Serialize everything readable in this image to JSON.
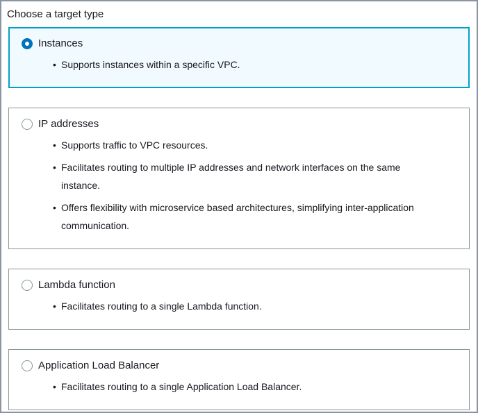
{
  "page": {
    "title": "Choose a target type"
  },
  "colors": {
    "selected_border": "#00a1c9",
    "selected_bg": "#f1faff",
    "radio_selected": "#0073bb",
    "card_border": "#879596",
    "radio_border": "#879596",
    "text": "#16191f",
    "frame_border": "#8b95a1"
  },
  "options": [
    {
      "id": "instances",
      "label": "Instances",
      "selected": true,
      "bullets": [
        "Supports instances within a specific VPC."
      ]
    },
    {
      "id": "ip-addresses",
      "label": "IP addresses",
      "selected": false,
      "bullets": [
        "Supports traffic to VPC resources.",
        "Facilitates routing to multiple IP addresses and network interfaces on the same instance.",
        "Offers flexibility with microservice based architectures, simplifying inter-application communication."
      ]
    },
    {
      "id": "lambda-function",
      "label": "Lambda function",
      "selected": false,
      "bullets": [
        "Facilitates routing to a single Lambda function."
      ]
    },
    {
      "id": "application-load-balancer",
      "label": "Application Load Balancer",
      "selected": false,
      "bullets": [
        "Facilitates routing to a single Application Load Balancer."
      ]
    }
  ]
}
